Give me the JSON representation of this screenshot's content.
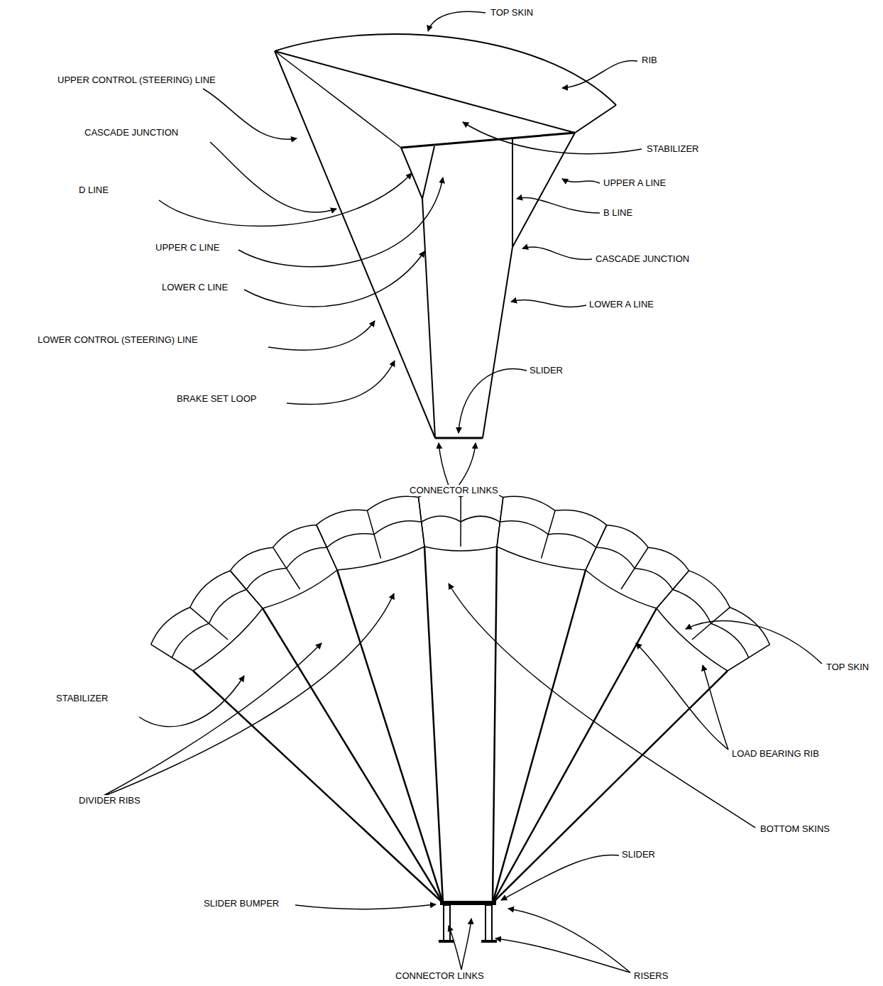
{
  "diagram": {
    "labels": [
      "TOP SKIN",
      "UPPER CONTROL (STEERING) LINE",
      "RIB",
      "CASCADE JUNCTION",
      "STABILIZER",
      "D LINE",
      "UPPER A LINE",
      "B LINE",
      "UPPER C LINE",
      "CASCADE JUNCTION",
      "LOWER C LINE",
      "LOWER A LINE",
      "LOWER CONTROL (STEERING) LINE",
      "SLIDER",
      "BRAKE SET LOOP",
      "CONNECTOR LINKS",
      "TOP SKIN",
      "STABILIZER",
      "LOAD BEARING RIB",
      "DIVIDER RIBS",
      "BOTTOM SKINS",
      "SLIDER",
      "SLIDER BUMPER",
      "CONNECTOR LINKS",
      "RISERS"
    ]
  }
}
